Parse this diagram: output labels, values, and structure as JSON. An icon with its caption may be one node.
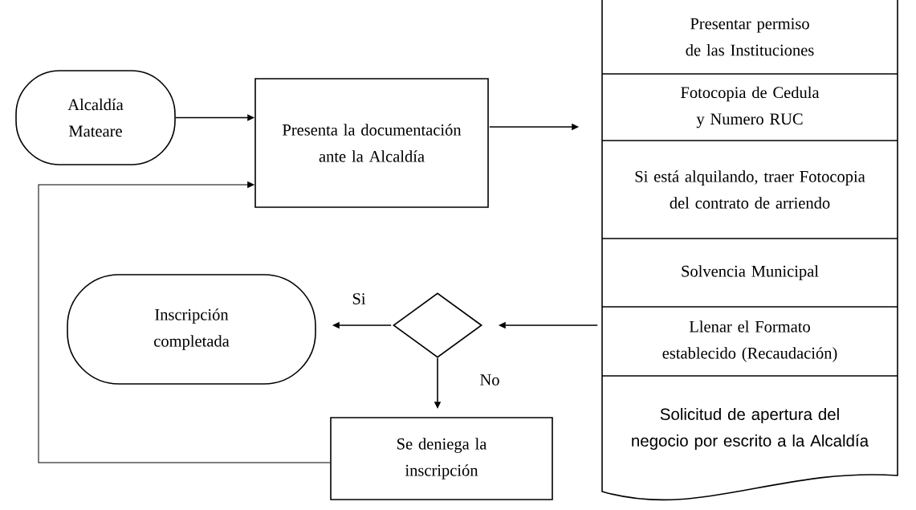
{
  "diagram": {
    "nodes": [
      {
        "text": [
          "Alcaldía Mateare"
        ]
      },
      {
        "text": [
          "Presenta la documentación ante la Alcaldía"
        ]
      },
      {
        "text": [],
        "shape": "box"
      },
      {
        "text": [
          "Presentar permiso de las Instituciones"
        ],
        "in": 2
      },
      {
        "text": [
          "Fotocopia de Cedula y Numero RUC"
        ],
        "in": 2
      },
      {
        "text": [
          "Si está alquilando, traer Fotocopia del contrato de arriendo"
        ],
        "in": 2
      },
      {
        "text": [
          "Solvencia Municipal"
        ],
        "in": 2
      },
      {
        "text": [
          "Llenar el Formato establecido (Recaudación)"
        ],
        "in": 2
      },
      {
        "text": [
          "Solicitud de apertura del negocio por escrito a la Alcaldía"
        ],
        "in": 2
      },
      {
        "text": [
          "Inscripción completada"
        ]
      },
      {
        "text": [],
        "shape": "diamond"
      },
      {
        "text": [
          "Se deniega la inscripción"
        ]
      }
    ],
    "edges": [
      {
        "from": 0,
        "to": 1,
        "arrow": "to"
      },
      {
        "from": 1,
        "to": 2,
        "arrow": "to"
      },
      {
        "from": 2,
        "to": 10,
        "arrow": "to"
      },
      {
        "from": 10,
        "to": 9,
        "arrow": "to",
        "label": "Si"
      },
      {
        "from": 10,
        "to": 11,
        "arrow": "to",
        "label": "No"
      },
      {
        "from": 11,
        "to": 1,
        "arrow": "to"
      }
    ]
  }
}
